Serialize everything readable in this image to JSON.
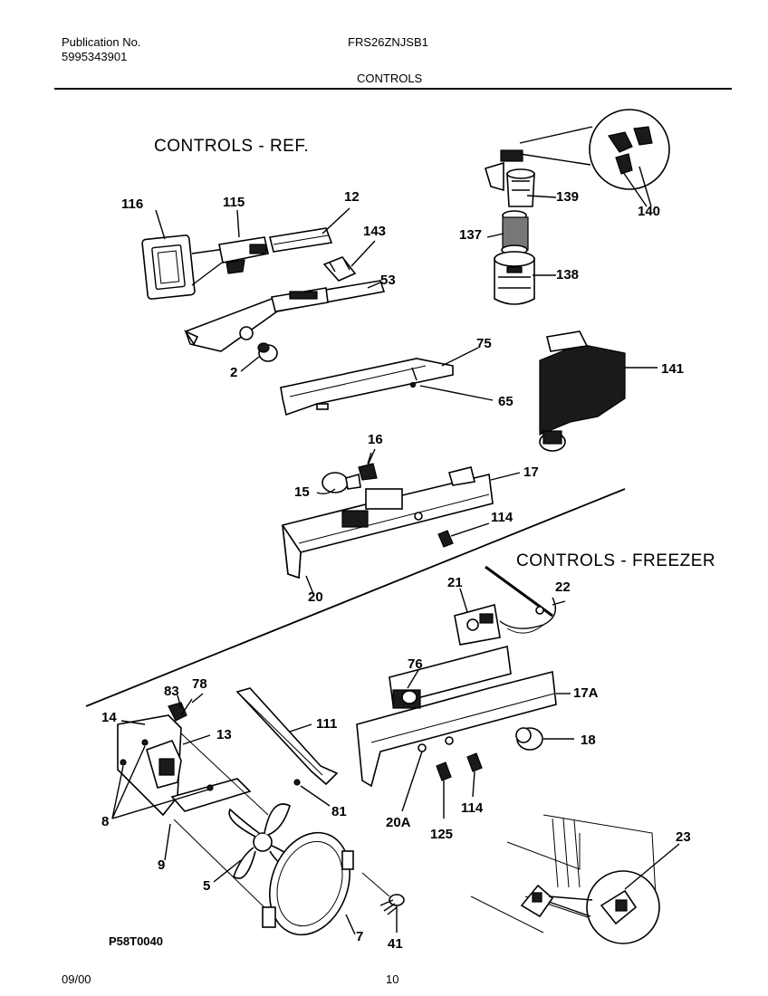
{
  "header": {
    "publication_label": "Publication No.",
    "publication_number": "5995343901",
    "model": "FRS26ZNJSB1",
    "section": "CONTROLS"
  },
  "diagram": {
    "ref_title": "CONTROLS - REF.",
    "freezer_title": "CONTROLS - FREEZER",
    "callouts": [
      "116",
      "115",
      "12",
      "143",
      "53",
      "2",
      "75",
      "65",
      "139",
      "140",
      "137",
      "138",
      "141",
      "16",
      "17",
      "15",
      "114",
      "20",
      "21",
      "22",
      "76",
      "17A",
      "18",
      "83",
      "78",
      "14",
      "13",
      "111",
      "8",
      "81",
      "20A",
      "125",
      "114",
      "23",
      "9",
      "5",
      "7",
      "41"
    ],
    "figure_code": "P58T0040"
  },
  "footer": {
    "date": "09/00",
    "page": "10"
  }
}
